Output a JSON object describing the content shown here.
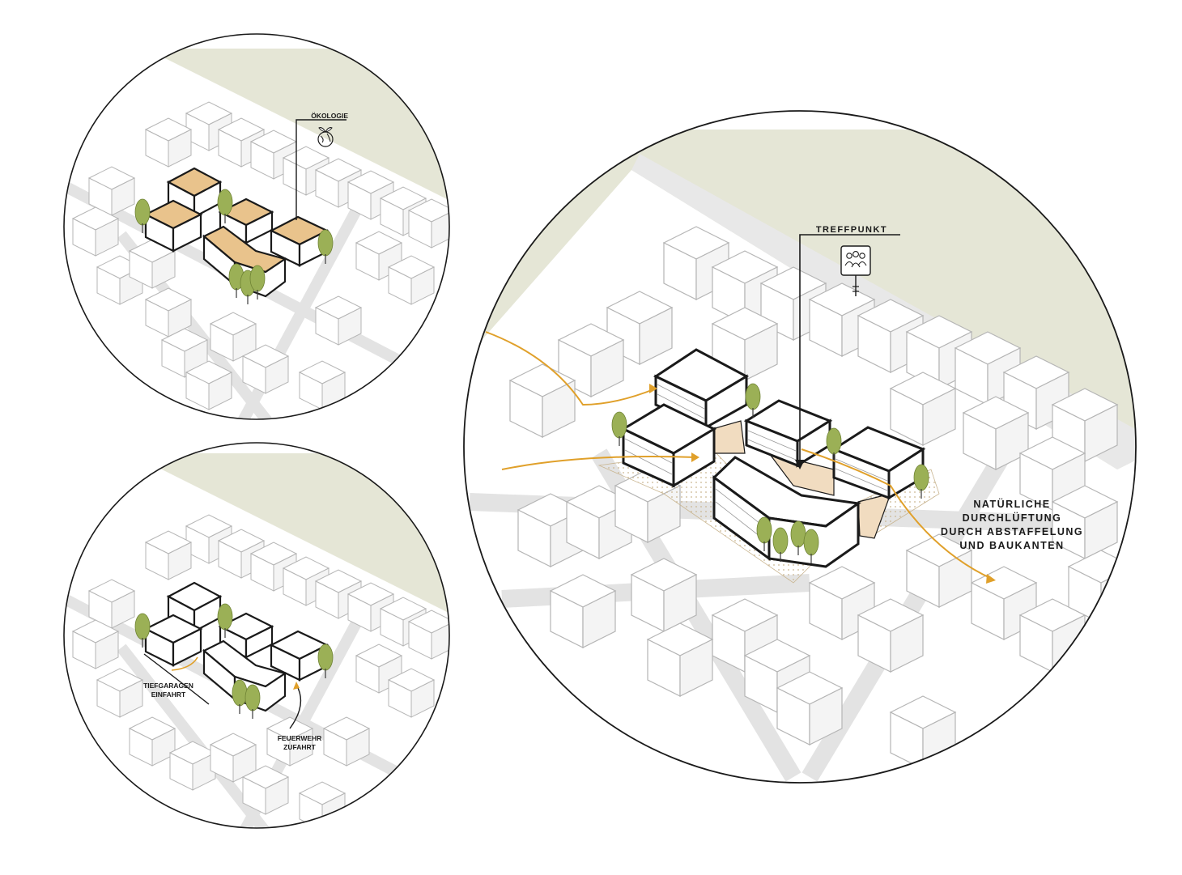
{
  "labels": {
    "oekologie": "ÖKOLOGIE",
    "treffpunkt": "TREFFPUNKT",
    "tiefgaragen_1": "TIEFGARAGEN",
    "tiefgaragen_2": "EINFAHRT",
    "feuerwehr_1": "FEUERWEHR",
    "feuerwehr_2": "ZUFAHRT",
    "luftung_1": "NATÜRLICHE",
    "luftung_2": "DURCHLÜFTUNG",
    "luftung_3": "DURCH ABSTAFFELUNG",
    "luftung_4": "UND BAUKANTEN"
  },
  "icons": {
    "ecology": "globe-plant-icon",
    "meeting": "people-group-sign-icon"
  },
  "colors": {
    "outline": "#1a1a1a",
    "roof_highlight": "#e9c38c",
    "tree": "#9bb056",
    "airflow": "#e0a02a",
    "green_strip": "#e5e6d6",
    "plaza": "#f1dcc0",
    "context_building": "#ffffff",
    "context_stroke": "#b5b5b5",
    "street": "#e3e3e3"
  }
}
